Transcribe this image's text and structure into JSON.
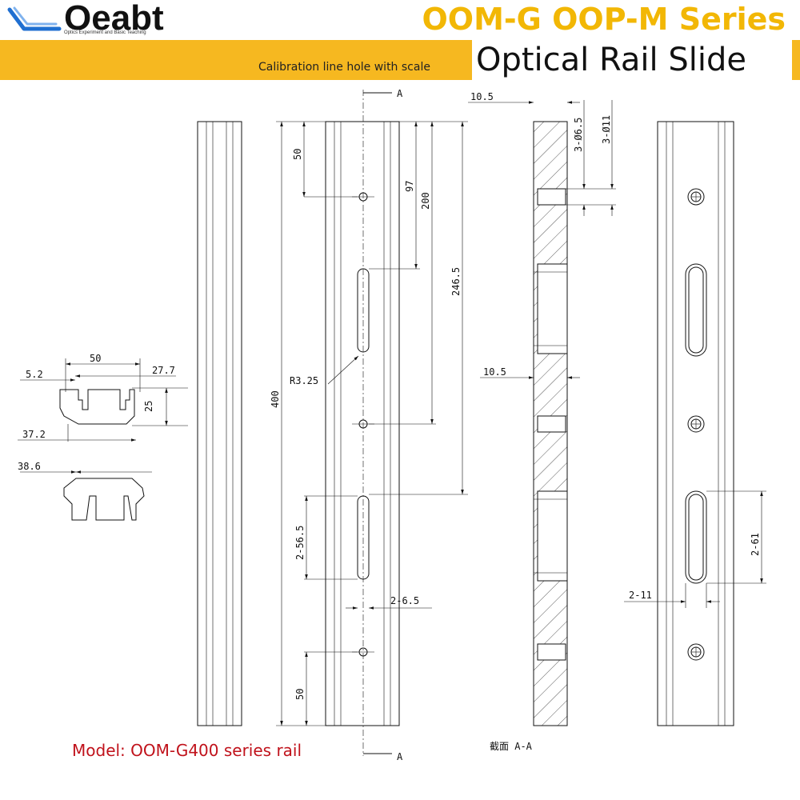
{
  "brand": {
    "name": "Oeabt",
    "tagline": "Optics Experiment and Basic Teaching",
    "colors": {
      "accent": "#f6b820",
      "title": "#f2b705",
      "logo_blue": "#1f6fd1",
      "caption": "#c0121b"
    }
  },
  "header": {
    "series": "OOM-G OOP-M Series",
    "subtitle": "Calibration line hole with scale",
    "title": "Optical Rail Slide"
  },
  "caption": "Model: OOM-G400 series rail",
  "drawing": {
    "section_mark": "A",
    "section_label": "截面  A-A",
    "profile_dims": {
      "width": "50",
      "right": "27.7",
      "left": "5.2",
      "height": "25",
      "base": "37.2",
      "bottom_width": "38.6"
    },
    "front_dims": {
      "top_hole": "50",
      "slot_start": "97",
      "slot_end": "200",
      "center_hole": "246.5",
      "radius": "R3.25",
      "length": "400",
      "slot_length": "2-56.5",
      "slot_width": "2-6.5",
      "bottom_hole": "50"
    },
    "section_dims": {
      "top_offset": "10.5",
      "small_hole": "3-Ø6.5",
      "large_hole": "3-Ø11",
      "mid_offset": "10.5"
    },
    "top_view_dims": {
      "slot_len": "2-61",
      "slot_wid": "2-11"
    }
  }
}
